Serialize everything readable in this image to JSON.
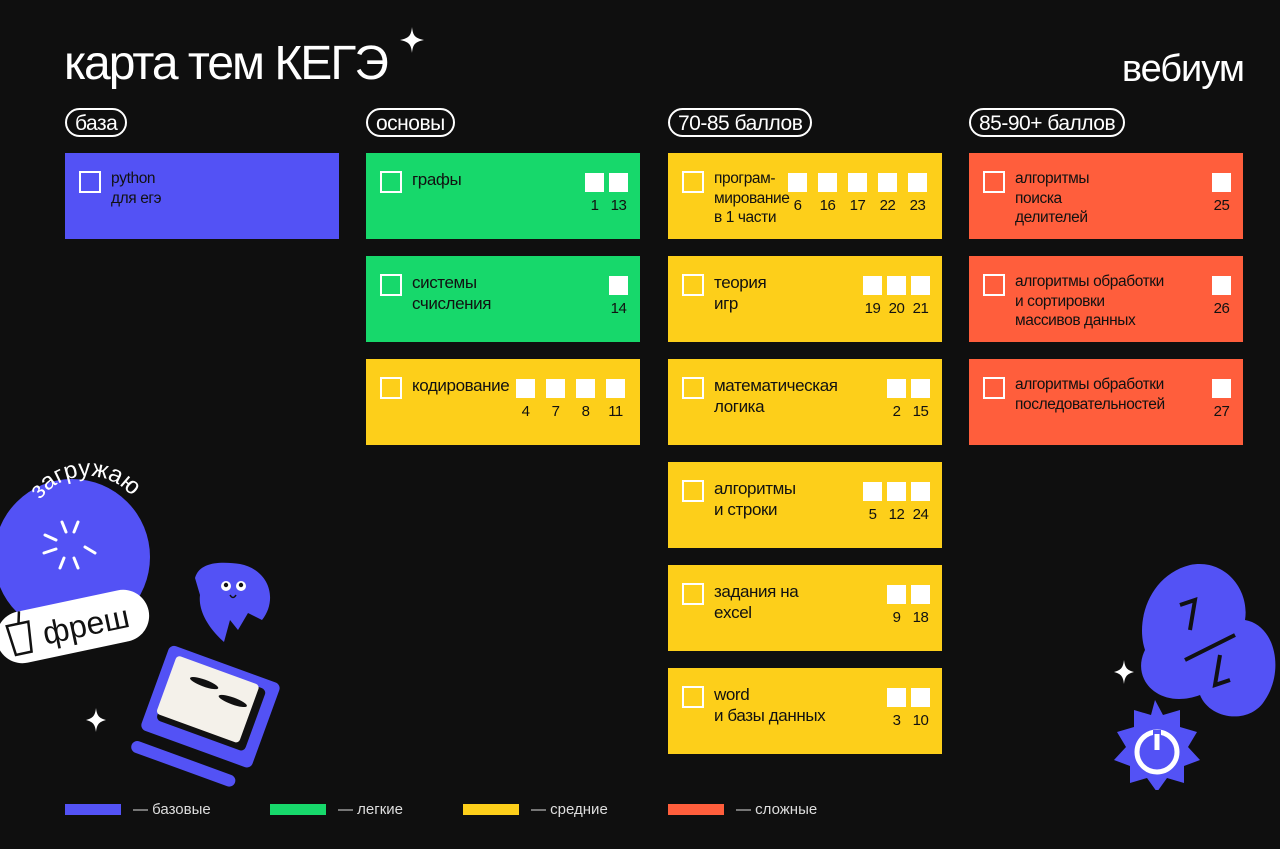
{
  "title": "карта тем КЕГЭ",
  "brand": "вебиум",
  "colors": {
    "base": "#5352f5",
    "easy": "#17d86b",
    "medium": "#fdcf1a",
    "hard": "#ff5e3c",
    "background": "#0f0f0f"
  },
  "columns": [
    {
      "label": "база",
      "color": "#5352f5",
      "cards": [
        {
          "lines": [
            "python",
            "для егэ"
          ],
          "numbers": []
        }
      ]
    },
    {
      "label": "основы",
      "cards": [
        {
          "lines": [
            "графы"
          ],
          "numbers": [
            "1",
            "13"
          ],
          "color": "#17d86b"
        },
        {
          "lines": [
            "системы",
            "счисления"
          ],
          "numbers": [
            "14"
          ],
          "color": "#17d86b"
        },
        {
          "lines": [
            "кодирование"
          ],
          "numbers": [
            "4",
            "7",
            "8",
            "11"
          ],
          "color": "#fdcf1a"
        }
      ]
    },
    {
      "label": "70-85 баллов",
      "color": "#fdcf1a",
      "cards": [
        {
          "lines": [
            "програм-",
            "мирование",
            "в 1 части"
          ],
          "numbers": [
            "6",
            "16",
            "17",
            "22",
            "23"
          ]
        },
        {
          "lines": [
            "теория",
            "игр"
          ],
          "numbers": [
            "19",
            "20",
            "21"
          ]
        },
        {
          "lines": [
            "математическая",
            "логика"
          ],
          "numbers": [
            "2",
            "15"
          ]
        },
        {
          "lines": [
            "алгоритмы",
            "и строки"
          ],
          "numbers": [
            "5",
            "12",
            "24"
          ]
        },
        {
          "lines": [
            "задания на",
            "excel"
          ],
          "numbers": [
            "9",
            "18"
          ]
        },
        {
          "lines": [
            "word",
            "и базы данных"
          ],
          "numbers": [
            "3",
            "10"
          ]
        }
      ]
    },
    {
      "label": "85-90+ баллов",
      "color": "#ff5e3c",
      "cards": [
        {
          "lines": [
            "алгоритмы",
            "поиска",
            "делителей"
          ],
          "numbers": [
            "25"
          ]
        },
        {
          "lines": [
            "алгоритмы обработки",
            "и сортировки",
            "массивов данных"
          ],
          "numbers": [
            "26"
          ]
        },
        {
          "lines": [
            "алгоритмы обработки",
            "последовательностей"
          ],
          "numbers": [
            "27"
          ]
        }
      ]
    }
  ],
  "legend": [
    {
      "label": "— базовые",
      "color": "#5352f5"
    },
    {
      "label": "— легкие",
      "color": "#17d86b"
    },
    {
      "label": "— средние",
      "color": "#fdcf1a"
    },
    {
      "label": "— сложные",
      "color": "#ff5e3c"
    }
  ],
  "stickers": {
    "loading": "загружаю",
    "fresh": "фреш"
  }
}
